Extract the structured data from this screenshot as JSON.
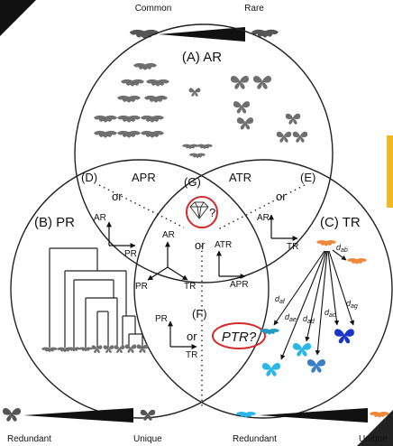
{
  "top_scale": {
    "left_label": "Common",
    "right_label": "Rare"
  },
  "bottom_scale": {
    "left_label": "Redundant",
    "mid_label": "Unique",
    "right_label": "Redundant",
    "right_end_label": "Unique"
  },
  "regions": {
    "AR": "(A) AR",
    "PR": "(B) PR",
    "TR": "(C) TR",
    "APR_tag": "(D)",
    "APR": "APR",
    "ATR": "ATR",
    "ATR_tag": "(E)",
    "G_tag": "(G)",
    "F_tag": "(F)"
  },
  "connectors": {
    "or_left": "or",
    "or_right": "or",
    "or_center": "or",
    "or_bottom": "or",
    "ptr_question": "PTR?",
    "diamond_question": "?"
  },
  "axes": {
    "d_ar": "AR",
    "d_pr": "PR",
    "e_ar": "AR",
    "e_tr": "TR",
    "g1_ar": "AR",
    "g1_pr": "PR",
    "g1_tr": "TR",
    "g2_atr": "ATR",
    "g2_apr": "APR",
    "f_pr": "PR",
    "f_tr": "TR"
  },
  "distances": {
    "dab": "d",
    "dab_sub": "ab",
    "daf": "d",
    "daf_sub": "af",
    "dae": "d",
    "dae_sub": "ae",
    "dad": "d",
    "dad_sub": "ad",
    "dac": "d",
    "dac_sub": "ac",
    "dag": "d",
    "dag_sub": "ag"
  },
  "colors": {
    "butterfly_gray": "#6f6f6f",
    "highlight_red": "#d42a2a",
    "trait_orange": "#f0883a",
    "trait_cyan": "#29b6e8",
    "trait_teal": "#1f9bbf",
    "trait_steel": "#3a7fc4",
    "trait_blue": "#1a33c9",
    "corner_badge": "#111111",
    "side_bar": "#f2b824"
  }
}
